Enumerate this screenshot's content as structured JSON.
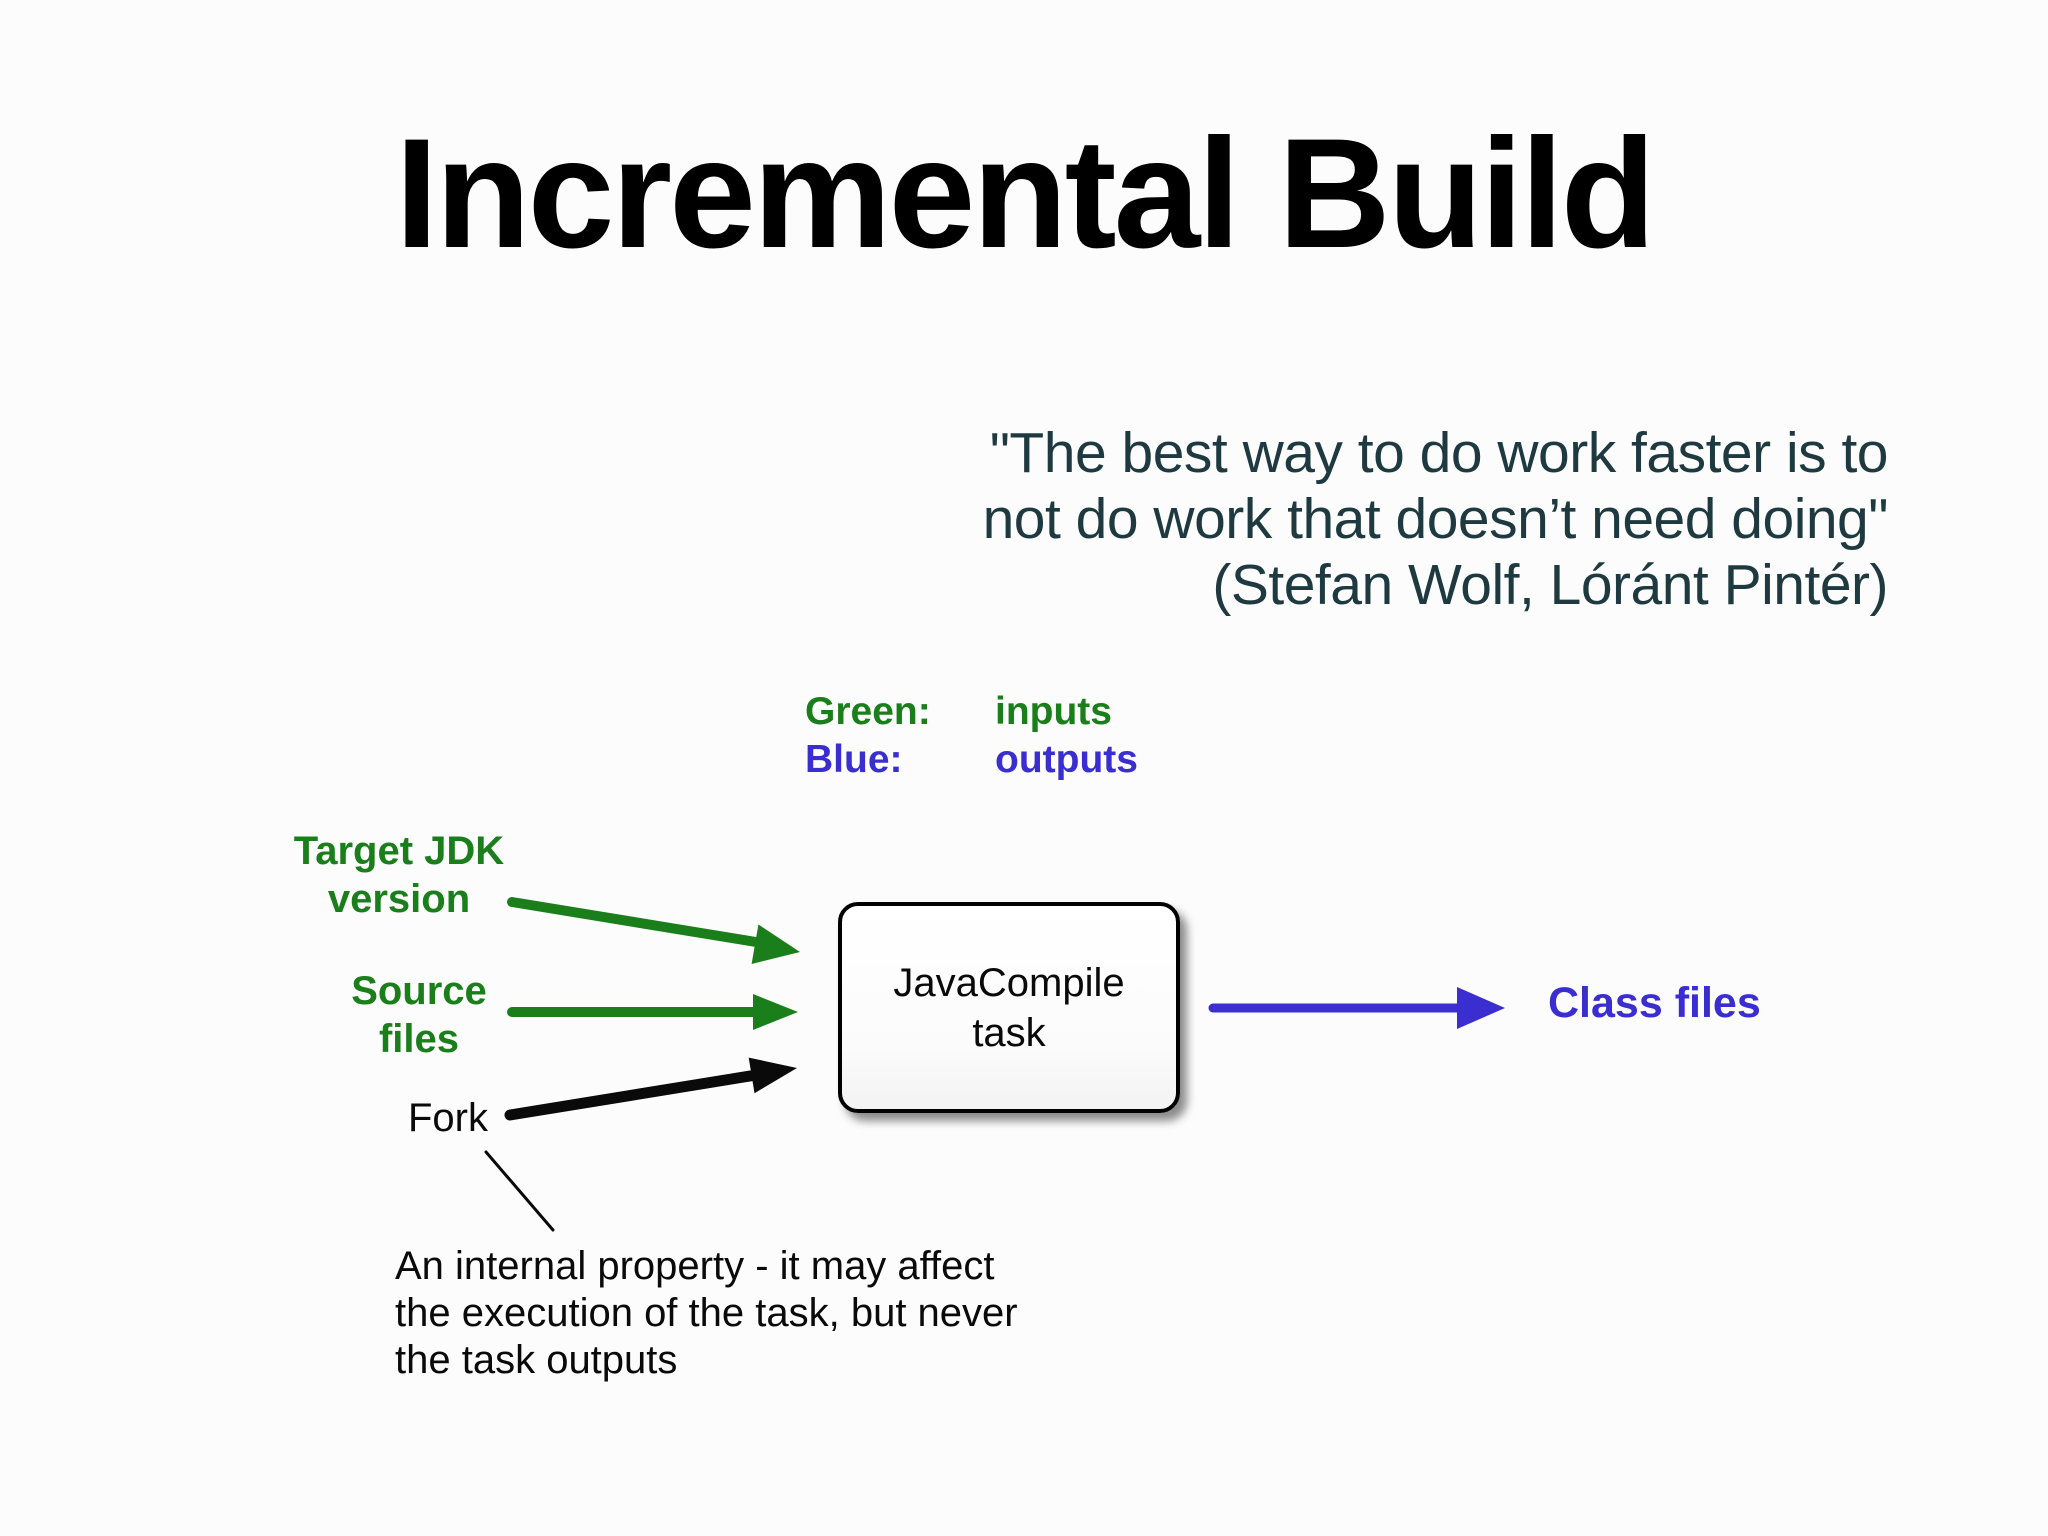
{
  "slide": {
    "title": "Incremental Build",
    "quote": {
      "lines": [
        "\"The best way to do work faster is to",
        "not do work that doesn’t need doing\"",
        "(Stefan Wolf, Lóránt Pintér)"
      ]
    },
    "legend": {
      "rows": [
        {
          "key": "Green:",
          "value": "inputs"
        },
        {
          "key": "Blue:",
          "value": "outputs"
        }
      ]
    },
    "diagram": {
      "inputs": [
        {
          "label": "Target JDK\nversion"
        },
        {
          "label": "Source\nfiles"
        },
        {
          "label": "Fork"
        }
      ],
      "task_box_label": "JavaCompile\ntask",
      "output_label": "Class files",
      "annotation": "An internal property - it may affect\nthe execution of the task, but never\nthe task outputs"
    }
  },
  "colors": {
    "green": "#1a7f1a",
    "blue": "#3a2ed0",
    "quote": "#1e3a40",
    "ink": "#0a0a0a",
    "bg": "#fcfcfc"
  }
}
